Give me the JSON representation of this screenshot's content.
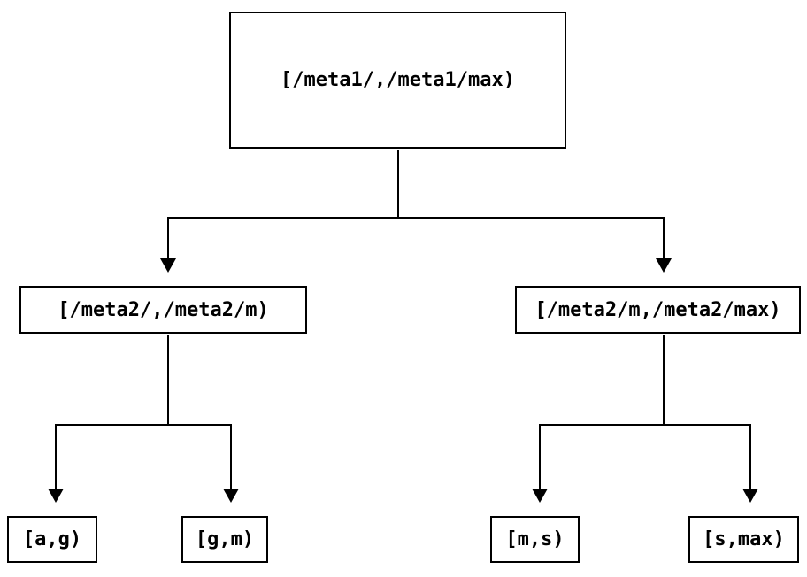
{
  "diagram": {
    "type": "tree",
    "colors": {
      "background": "#ffffff",
      "line": "#000000",
      "text": "#000000"
    },
    "nodes": {
      "root": {
        "label": "[/meta1/,/meta1/max)"
      },
      "left_child": {
        "label": "[/meta2/,/meta2/m)"
      },
      "right_child": {
        "label": "[/meta2/m,/meta2/max)"
      },
      "leaves": [
        {
          "label": "[a,g)"
        },
        {
          "label": "[g,m)"
        },
        {
          "label": "[m,s)"
        },
        {
          "label": "[s,max)"
        }
      ]
    },
    "edges": [
      {
        "from": "root",
        "to": "left_child"
      },
      {
        "from": "root",
        "to": "right_child"
      },
      {
        "from": "left_child",
        "to": "leaves.0"
      },
      {
        "from": "left_child",
        "to": "leaves.1"
      },
      {
        "from": "right_child",
        "to": "leaves.2"
      },
      {
        "from": "right_child",
        "to": "leaves.3"
      }
    ]
  }
}
